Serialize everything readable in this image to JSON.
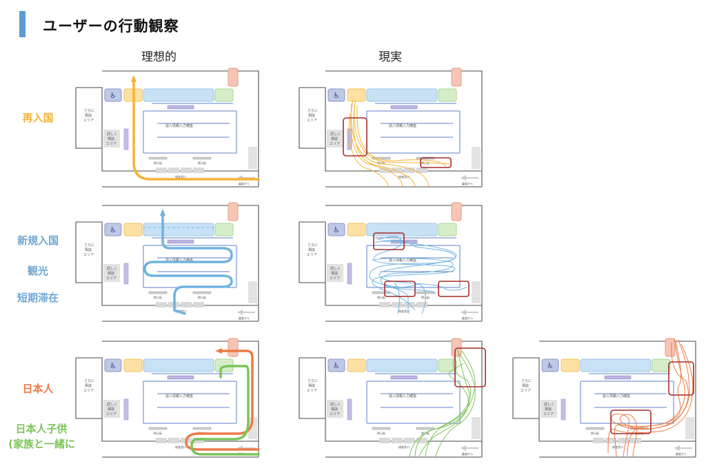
{
  "title": "ユーザーの行動観察",
  "columns": {
    "ideal": "理想的",
    "reality": "現実"
  },
  "categories": {
    "reentry": "再入国",
    "new_entry": "新規入国",
    "sightseeing": "観光",
    "short_stay": "短期滞在",
    "japanese": "日本人",
    "japanese_child_1": "日本人子供",
    "japanese_child_2": "(家族と一緒に)"
  },
  "map_labels": {
    "further_area": [
      "さらに",
      "相談",
      "エリア"
    ],
    "detail_area": [
      "詳しく",
      "相談",
      "エリア"
    ],
    "info_desk": "談入情報入力確座",
    "notice": "掲示板",
    "exit": "検査窓口",
    "from": "審査から"
  },
  "colors": {
    "accent": "#5b9bd5",
    "reentry": "#f5b335",
    "new_entry": "#6fb3e0",
    "japanese": "#ec7b45",
    "japanese_child": "#7cc45a",
    "highlight": "#a52a2a"
  }
}
